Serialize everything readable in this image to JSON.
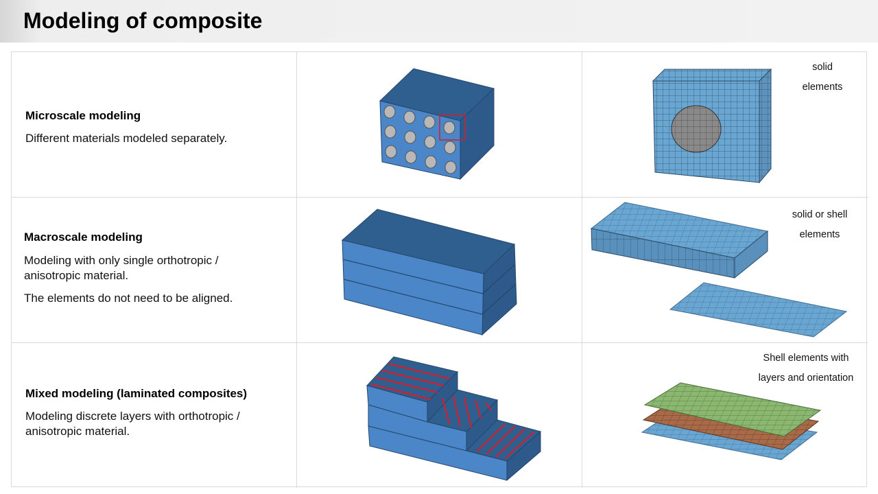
{
  "slide": {
    "title": "Modeling of composite"
  },
  "rows": [
    {
      "heading": "Microscale modeling",
      "desc1": "Different materials modeled separately.",
      "label_l1": "solid",
      "label_l2": "elements"
    },
    {
      "heading": "Macroscale modeling",
      "desc1_l1": "Modeling with only single orthotropic /",
      "desc1_l2": "anisotropic material.",
      "desc2": "The elements do not need to be aligned.",
      "label_l1": "solid or shell",
      "label_l2": "elements"
    },
    {
      "heading": "Mixed modeling (laminated composites)",
      "desc1_l1": "Modeling discrete layers with orthotropic /",
      "desc1_l2": "anisotropic material.",
      "label_l1": "Shell elements with",
      "label_l2": "layers and orientation"
    }
  ],
  "colors": {
    "block_front": "#4a86c8",
    "block_top": "#2f5f8f",
    "block_side": "#2d5a8a",
    "mesh_blue": "#6aa6d2",
    "mesh_green": "#8ab870",
    "mesh_brown": "#a86a48",
    "fiber_red": "#d02030",
    "grid_line": "#d9d9d9"
  }
}
